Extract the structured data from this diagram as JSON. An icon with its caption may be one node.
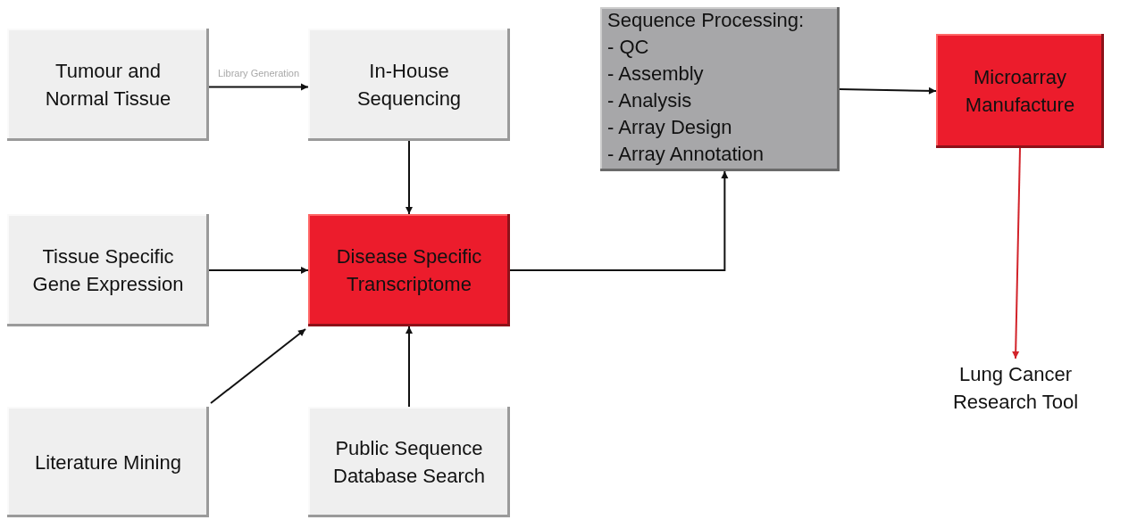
{
  "diagram": {
    "nodes": [
      {
        "text": [
          "Tumour and Normal Tissue"
        ]
      },
      {
        "text": [
          "In-House Sequencing"
        ]
      },
      {
        "text": [
          "Sequence Processing:",
          "- QC",
          "- Assembly",
          "- Analysis",
          "- Array Design",
          "- Array Annotation"
        ]
      },
      {
        "text": [
          "Microarray Manufacture"
        ]
      },
      {
        "text": [
          "Tissue Specific Gene Expression"
        ]
      },
      {
        "text": [
          "Disease Specific Transcriptome"
        ]
      },
      {
        "text": [
          "Literature Mining"
        ]
      },
      {
        "text": [
          "Public Sequence Database Search"
        ]
      },
      {
        "text": [
          "Lung Cancer Research Tool"
        ]
      }
    ],
    "edges": [
      {
        "from": 0,
        "to": 1,
        "arrow": "to",
        "label": "Library Generation"
      },
      {
        "from": 1,
        "to": 5,
        "arrow": "to"
      },
      {
        "from": 4,
        "to": 5,
        "arrow": "to"
      },
      {
        "from": 6,
        "to": 5,
        "arrow": "to"
      },
      {
        "from": 7,
        "to": 5,
        "arrow": "to"
      },
      {
        "from": 5,
        "to": 2,
        "arrow": "to"
      },
      {
        "from": 2,
        "to": 3,
        "arrow": "to"
      },
      {
        "from": 3,
        "to": 8,
        "arrow": "to",
        "color": "#d2232a"
      }
    ]
  }
}
